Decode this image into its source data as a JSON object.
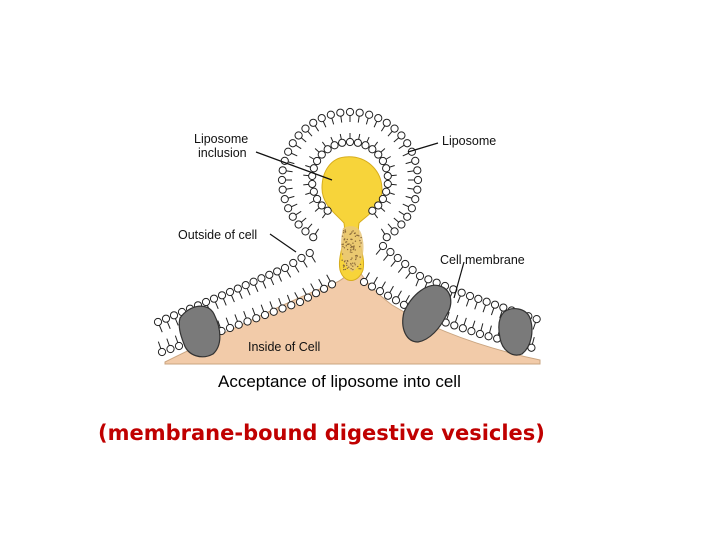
{
  "diagram": {
    "labels": {
      "liposome_inclusion": [
        "Liposome",
        "inclusion"
      ],
      "liposome": "Liposome",
      "outside_of_cell": "Outside of cell",
      "cell_membrane": "Cell membrane",
      "inside_of_cell": "Inside of Cell"
    },
    "caption": "Acceptance of liposome into cell"
  },
  "subcaption": "(membrane-bound digestive vesicles)",
  "colors": {
    "cytoplasm": "#f2cba9",
    "inclusion": "#f7d43a",
    "protein": "#7a7a7a",
    "lipid_head": "#ffffff",
    "subcaption": "#c00000"
  }
}
